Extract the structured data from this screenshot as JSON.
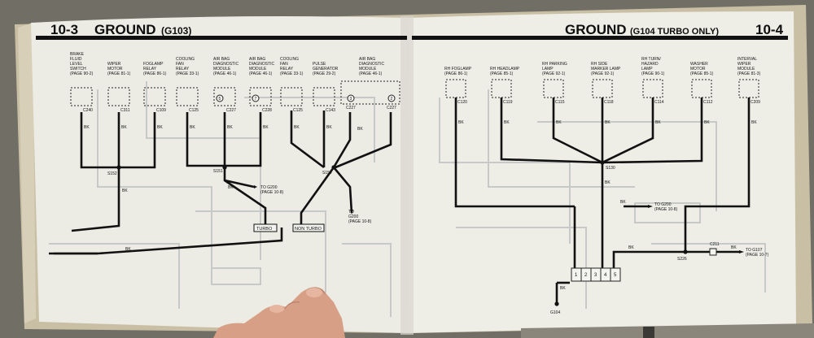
{
  "left_page": {
    "page_number": "10-3",
    "title": "GROUND",
    "title_code": "(G103)",
    "components": [
      {
        "lines": [
          "BRAKE",
          "FLUID",
          "LEVEL",
          "SWITCH",
          "(PAGE 90-2)"
        ],
        "connector": "C240",
        "wire": "BK"
      },
      {
        "lines": [
          "WIPER",
          "MOTOR",
          "(PAGE 81-1)"
        ],
        "connector": "C311",
        "wire": "BK"
      },
      {
        "lines": [
          "FOGLAMP",
          "RELAY",
          "(PAGE 86-1)"
        ],
        "connector": "C109",
        "wire": "BK"
      },
      {
        "lines": [
          "COOLING",
          "FAN",
          "RELAY",
          "(PAGE 33-1)"
        ],
        "connector": "C125",
        "wire": "BK"
      },
      {
        "lines": [
          "AIR BAG",
          "DIAGNOSTIC",
          "MODULE",
          "(PAGE 46-1)"
        ],
        "pin": "5",
        "connector": "C227",
        "wire": "BK"
      },
      {
        "lines": [
          "AIR BAG",
          "DIAGNOSTIC",
          "MODULE",
          "(PAGE 46-1)"
        ],
        "pin": "7",
        "connector": "C228",
        "wire": "BK"
      },
      {
        "lines": [
          "COOLING",
          "FAN",
          "RELAY",
          "(PAGE 33-1)"
        ],
        "connector": "C125",
        "wire": "BK"
      },
      {
        "lines": [
          "PULSE",
          "GENERATOR",
          "(PAGE 29-2)"
        ],
        "connector": "C143",
        "wire": "BK"
      },
      {
        "lines": [
          "AIR BAG",
          "DIAGNOSTIC",
          "MODULE",
          "(PAGE 46-1)"
        ],
        "pins": [
          "3",
          "2"
        ],
        "connectors": [
          "C227",
          "C227"
        ],
        "wire": "BK"
      }
    ],
    "splices": [
      "S152",
      "S151",
      "S154"
    ],
    "to_labels": [
      {
        "lines": [
          "TO G200",
          "(PAGE 10-8)"
        ]
      },
      {
        "lines": [
          "TO",
          "G200",
          "(PAGE 10-8)"
        ]
      }
    ],
    "options": [
      "TURBO",
      "NON TURBO"
    ],
    "wire_labels": [
      "BK",
      "BK",
      "BK"
    ]
  },
  "right_page": {
    "page_number": "10-4",
    "title": "GROUND",
    "title_code": "(G104 TURBO ONLY)",
    "components": [
      {
        "lines": [
          "RH FOGLAMP",
          "(PAGE 86-1)"
        ],
        "connector": "C120",
        "wire": "BK"
      },
      {
        "lines": [
          "RH HEADLAMP",
          "(PAGE 85-1)"
        ],
        "connector": "C119",
        "wire": "BK"
      },
      {
        "lines": [
          "RH PARKING",
          "LAMP",
          "(PAGE 92-1)"
        ],
        "connector": "C115",
        "wire": "BK"
      },
      {
        "lines": [
          "RH SIDE",
          "MARKER LAMP",
          "(PAGE 92-1)"
        ],
        "connector": "C118",
        "wire": "BK"
      },
      {
        "lines": [
          "RH TURN/",
          "HAZARD",
          "LAMP",
          "(PAGE 90-1)"
        ],
        "connector": "C114",
        "wire": "BK"
      },
      {
        "lines": [
          "WASHER",
          "MOTOR",
          "(PAGE 85-1)"
        ],
        "connector": "C112",
        "wire": "BK"
      },
      {
        "lines": [
          "INTERVAL",
          "WIPER",
          "MODULE",
          "(PAGE 81-3)"
        ],
        "connector": "C209",
        "wire": "BK"
      }
    ],
    "splices": [
      "S130",
      "S226"
    ],
    "to_labels": [
      {
        "lines": [
          "TO G200",
          "(PAGE 10-8)"
        ]
      },
      {
        "lines": [
          "TO G107",
          "(PAGE 10-7)"
        ]
      }
    ],
    "connector_c211": "C211",
    "terminal_pins": [
      "1",
      "2",
      "3",
      "4",
      "5"
    ],
    "ground": "G104",
    "wire_labels": [
      "BK",
      "BK",
      "BK",
      "BK",
      "BK"
    ]
  }
}
